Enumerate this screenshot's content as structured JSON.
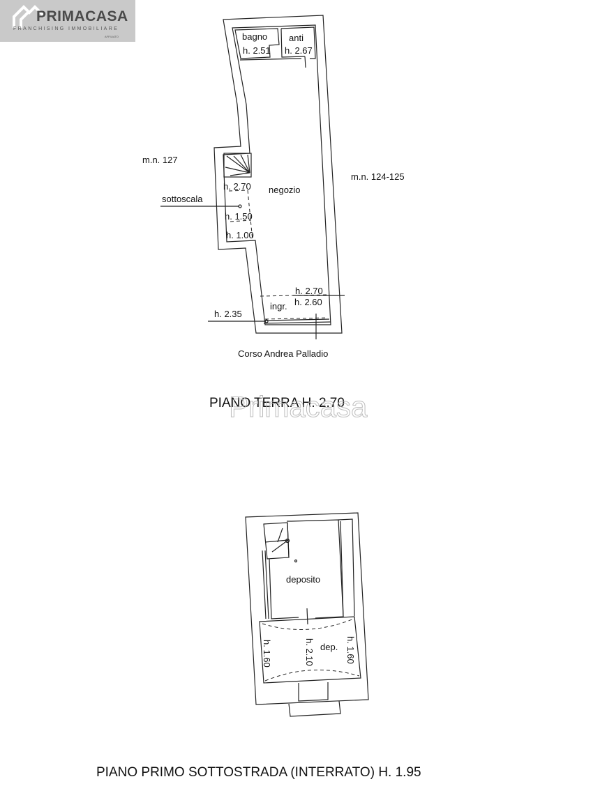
{
  "logo": {
    "name": "PRIMACASA",
    "subtitle": "FRANCHISING IMMOBILIARE",
    "affiliate": "AFFILIATO"
  },
  "watermark": "Primacasa",
  "ground_floor": {
    "title": "PIANO TERRA H. 2.70",
    "street": "Corso Andrea Palladio",
    "neighbors": {
      "left": "m.n. 127",
      "right": "m.n. 124-125"
    },
    "rooms": [
      {
        "name": "bagno",
        "height": "h. 2.51"
      },
      {
        "name": "anti",
        "height": "h. 2.67"
      },
      {
        "name": "negozio",
        "height": "h. 2.70"
      },
      {
        "name": "sottoscala",
        "heights": [
          "h. 1.50",
          "h. 1.00"
        ]
      },
      {
        "name": "ingr.",
        "heights": [
          "h. 2.70",
          "h. 2.60"
        ]
      }
    ],
    "extra_height": "h. 2.35"
  },
  "basement": {
    "title": "PIANO PRIMO SOTTOSTRADA (INTERRATO) H. 1.95",
    "rooms": [
      {
        "name": "deposito"
      },
      {
        "name": "dep.",
        "heights": [
          "h. 1.60",
          "h. 2.10",
          "h. 1.60"
        ]
      }
    ]
  }
}
